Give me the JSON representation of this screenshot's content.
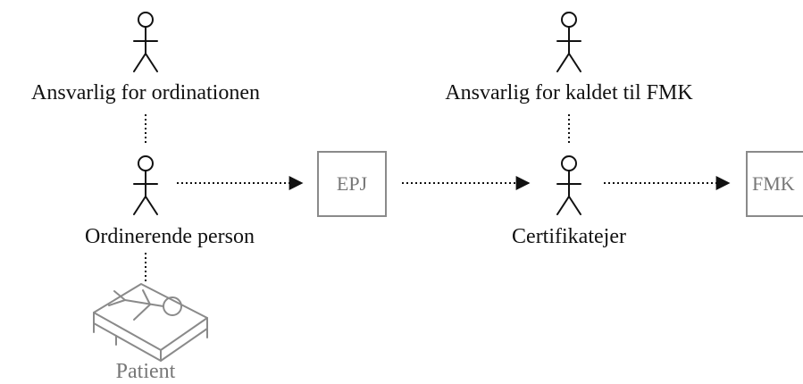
{
  "actors": {
    "ansvarlig_ordination": "Ansvarlig for ordinationen",
    "ordinerende_person": "Ordinerende person",
    "ansvarlig_fmk": "Ansvarlig for kaldet til FMK",
    "certifikatejer": "Certifikatejer",
    "patient": "Patient"
  },
  "systems": {
    "epj": "EPJ",
    "fmk": "FMK"
  },
  "colors": {
    "primary": "#111111",
    "secondary": "#777777"
  }
}
